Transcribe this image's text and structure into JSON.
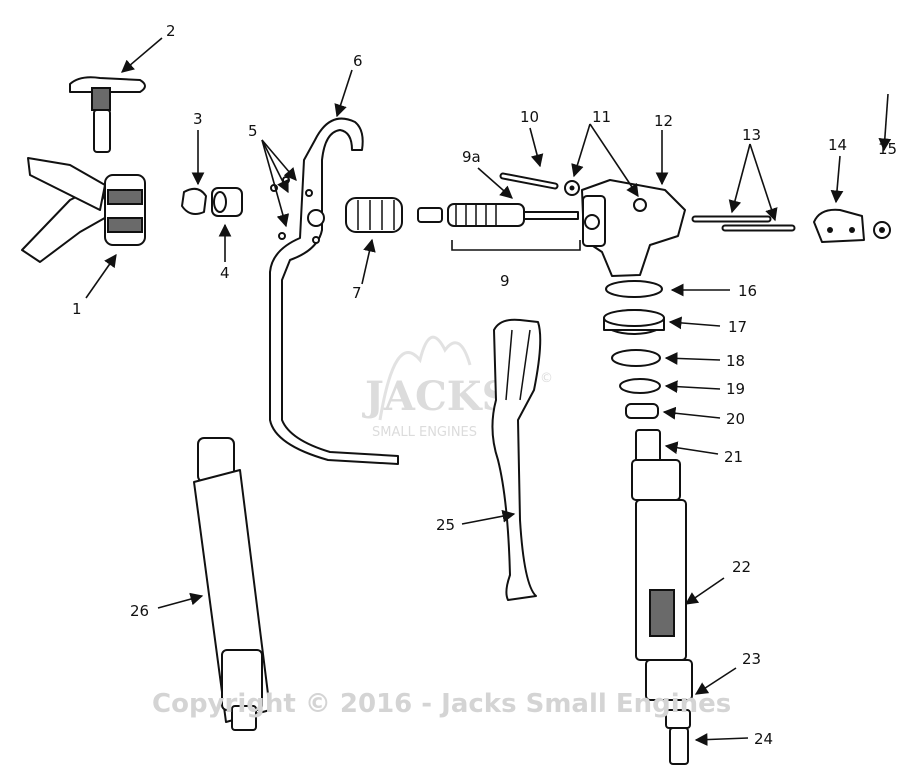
{
  "watermark": {
    "logo_main": "JACKS",
    "logo_registered": "©",
    "logo_sub": "SMALL ENGINES",
    "copyright": "Copyright © 2016 - Jacks Small Engines"
  },
  "callouts": [
    "1",
    "2",
    "3",
    "4",
    "5",
    "6",
    "7",
    "9",
    "9a",
    "10",
    "11",
    "12",
    "13",
    "14",
    "15",
    "16",
    "17",
    "18",
    "19",
    "20",
    "21",
    "22",
    "23",
    "24",
    "25",
    "26"
  ]
}
